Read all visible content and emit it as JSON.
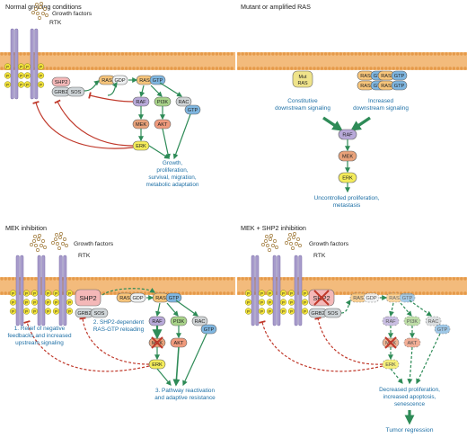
{
  "panels": {
    "normal": {
      "title": "Normal growing conditions",
      "growth_factors": "Growth factors",
      "rtk": "RTK",
      "outcome": [
        "Growth,",
        "proliferation,",
        "survival, migration,",
        "metabolic adaptation"
      ]
    },
    "ras": {
      "title": "Mutant or amplified RAS",
      "mut_ras": [
        "Mut",
        "RAS"
      ],
      "constitutive": [
        "Constitutive",
        "downstream signaling"
      ],
      "increased": [
        "Increased",
        "downstream signaling"
      ],
      "outcome": [
        "Uncontrolled proliferation,",
        "metastasis"
      ]
    },
    "mek": {
      "title": "MEK inhibition",
      "growth_factors": "Growth factors",
      "rtk": "RTK",
      "note1": [
        "1. Relief of negative",
        "feedbacks and increased",
        "upstream signaling"
      ],
      "note2": [
        "2. SHP2-dependent",
        "RAS-GTP reloading"
      ],
      "note3": [
        "3. Pathway reactivation",
        "and adaptive resistance"
      ]
    },
    "combo": {
      "title": "MEK + SHP2 inhibition",
      "growth_factors": "Growth factors",
      "rtk": "RTK",
      "outcome": [
        "Decreased proliferation,",
        "increased apoptosis,",
        "senescence"
      ],
      "regression": "Tumor regression"
    }
  },
  "molecules": {
    "shp2": "SHP2",
    "grb2": "GRB2",
    "sos": "SOS",
    "ras": "RAS",
    "gdp": "GDP",
    "gtp": "GTP",
    "raf": "RAF",
    "mek": "MEK",
    "erk": "ERK",
    "pi3k": "PI3K",
    "akt": "AKT",
    "rac": "RAC",
    "phospho": "P"
  },
  "colors": {
    "membrane": "#f3bb7c",
    "membrane_head": "#e59a4a",
    "receptor": "#a79bcb",
    "phospho": "#f2e23a",
    "shp2": "#f4b8b8",
    "grb2": "#cfd5d8",
    "ras": "#f6c47a",
    "gtp": "#7fb6e0",
    "raf": "#b8a9d9",
    "mek": "#e9a27a",
    "erk": "#f4ec5a",
    "pi3k": "#a9d48a",
    "akt": "#f09a7c",
    "rac": "#d0d4d6",
    "activation": "#2e8b57",
    "inhibition": "#c0392b",
    "label": "#1d6fa5"
  }
}
